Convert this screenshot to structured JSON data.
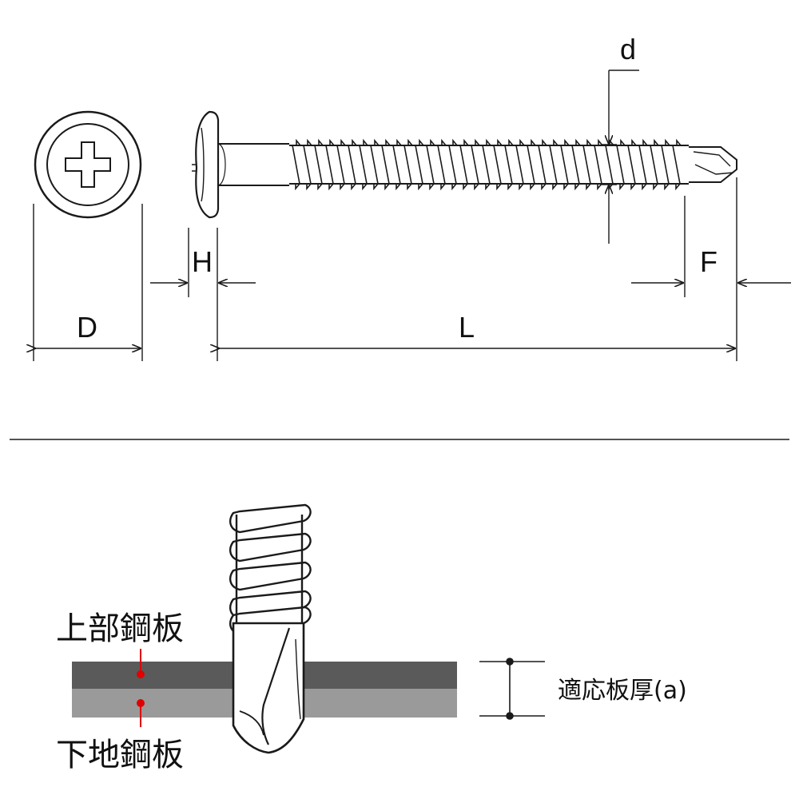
{
  "top_drawing": {
    "labels": {
      "d": "d",
      "D": "D",
      "H": "H",
      "L": "L",
      "F": "F"
    }
  },
  "bottom_drawing": {
    "upper_plate_label": "上部鋼板",
    "lower_plate_label": "下地鋼板",
    "thickness_label": "適応板厚(a)"
  },
  "colors": {
    "line": "#1a1a1a",
    "upper_plate": "#5a5a5a",
    "lower_plate": "#9a9a9a",
    "marker": "#e00000"
  }
}
